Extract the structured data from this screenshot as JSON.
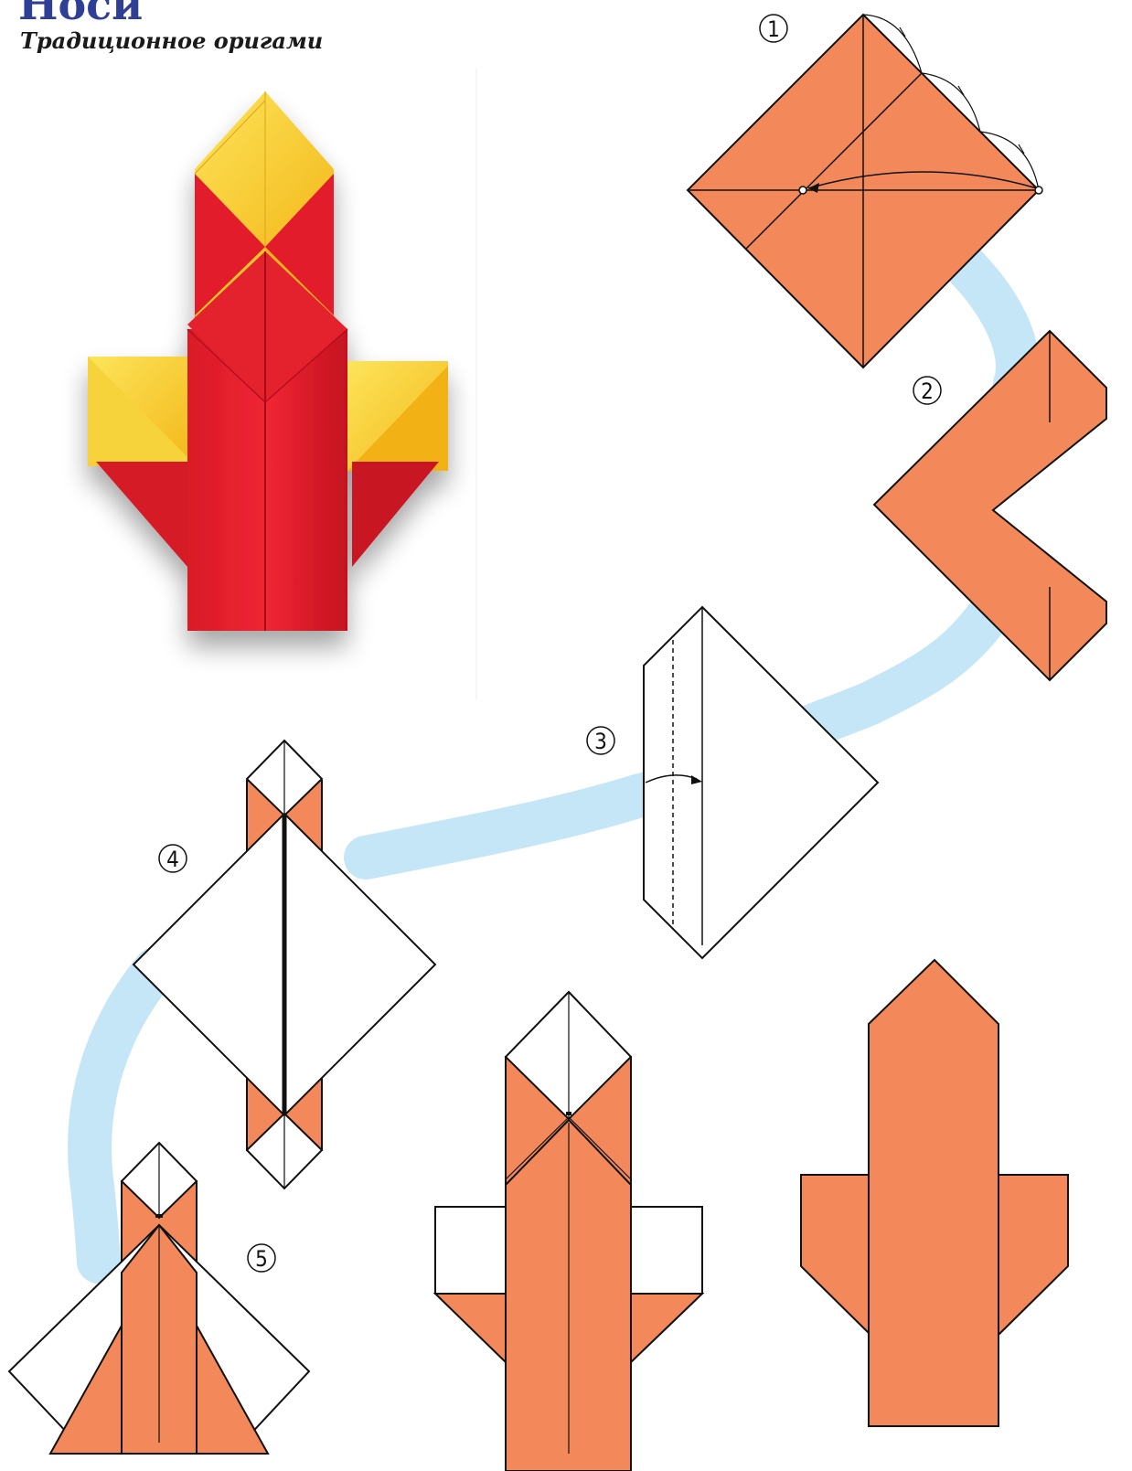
{
  "header": {
    "title": "Носи",
    "subtitle": "Традиционное оригами"
  },
  "steps": [
    {
      "number": "1"
    },
    {
      "number": "2"
    },
    {
      "number": "3"
    },
    {
      "number": "4"
    },
    {
      "number": "5"
    }
  ],
  "colors": {
    "title": "#2f3f95",
    "paper_orange": "#f3895b",
    "paper_white": "#ffffff",
    "path_blue": "#c5e6f7",
    "photo_red": "#e51e2a",
    "photo_yellow": "#f7c62a",
    "line": "#111111"
  }
}
